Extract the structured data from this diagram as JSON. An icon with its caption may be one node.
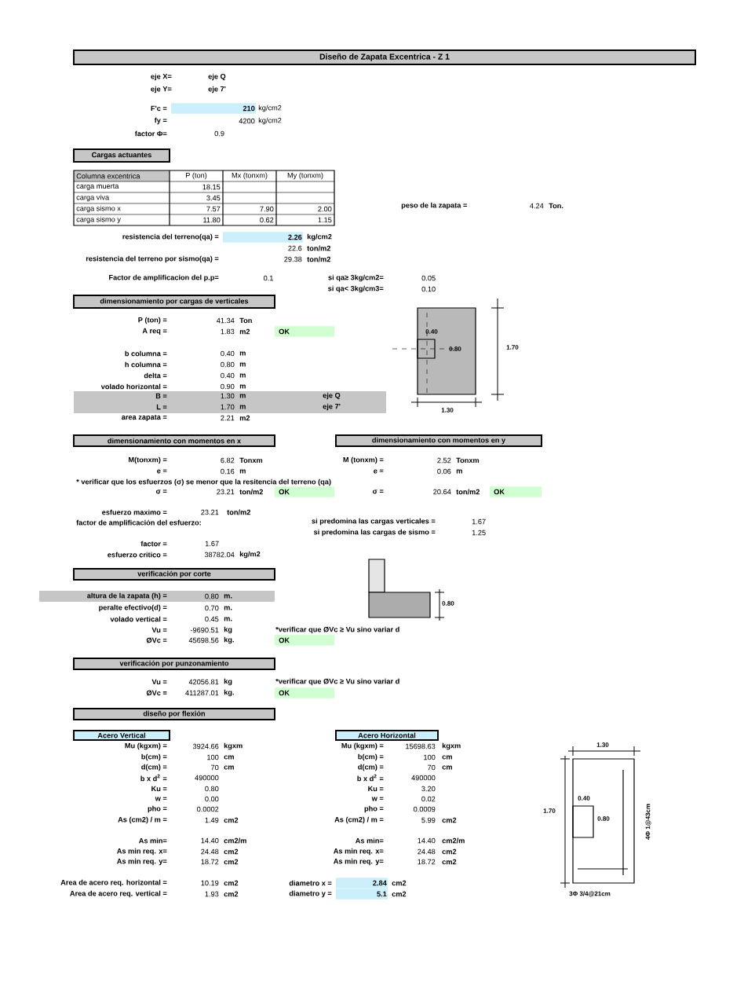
{
  "diagram": {
    "nodes": [
      {
        "text": [
          "Diseño de Zapata Excentrica - Z 1"
        ]
      },
      {
        "text": [
          "Cargas actuantes"
        ]
      },
      {
        "text": [
          "dimensionamiento por cargas de verticales"
        ]
      },
      {
        "text": [
          "dimensionamiento con momentos en x"
        ]
      },
      {
        "text": [
          "dimensionamiento con momentos en y"
        ]
      },
      {
        "text": [
          "verificación por corte"
        ]
      },
      {
        "text": [
          "verificación por punzonamiento"
        ]
      },
      {
        "text": [
          "diseño por flexión"
        ]
      },
      {
        "text": [
          "Acero Vertical"
        ]
      },
      {
        "text": [
          "Acero Horizontal"
        ]
      }
    ],
    "edges": [],
    "labels": [
      "eje X=",
      "eje Q",
      "eje Y=",
      "eje 7'",
      "F'c =",
      "210",
      "kg/cm2",
      "fy =",
      "4200",
      "kg/cm2",
      "factor Φ=",
      "0.9",
      "Columna excentrica",
      "P (ton)",
      "Mx (tonxm)",
      "My (tonxm)",
      "carga muerta",
      "18.15",
      "carga viva",
      "3.45",
      "carga sismo x",
      "7.57",
      "7.90",
      "2.00",
      "carga sismo y",
      "11.80",
      "0.62",
      "1.15",
      "peso de la zapata =",
      "4.24",
      "Ton.",
      "resistencia del terreno(qa) =",
      "2.26",
      "kg/cm2",
      "22.6",
      "ton/m2",
      "resistencia del terreno por sismo(qa) =",
      "29.38",
      "ton/m2",
      "Factor de amplificacion del p.p=",
      "0.1",
      "si qa≥ 3kg/cm2=",
      "0.05",
      "si qa< 3kg/cm3=",
      "0.10",
      "P (ton) =",
      "41.34",
      "Ton",
      "A req =",
      "1.83",
      "m2",
      "OK",
      "b columna =",
      "0.40",
      "m",
      "h columna =",
      "0.80",
      "m",
      "delta =",
      "0.40",
      "m",
      "volado horizontal =",
      "0.90",
      "m",
      "B =",
      "1.30",
      "m",
      "eje Q",
      "L =",
      "1.70",
      "m",
      "eje 7'",
      "area zapata =",
      "2.21",
      "m2",
      "0.40",
      "0.80",
      "1.70",
      "1.30",
      "M(tonxm) =",
      "6.82",
      "Tonxm",
      "M (tonxm) =",
      "2.52",
      "Tonxm",
      "e =",
      "0.16",
      "m",
      "e =",
      "0.06",
      "m",
      "* verificar que los esfuerzos (σ) se menor que la resitencia del terreno (qa)",
      "σ =",
      "23.21",
      "ton/m2",
      "OK",
      "σ =",
      "20.64",
      "ton/m2",
      "OK",
      "esfuerzo maximo =",
      "23.21",
      "ton/m2",
      "factor de amplificación del esfuerzo:",
      "si predomina las cargas verticales =",
      "1.67",
      "si predomina las cargas de sismo =",
      "1.25",
      "factor =",
      "1.67",
      "esfuerzo critico =",
      "38782.04",
      "kg/m2",
      "altura de la zapata (h) =",
      "0.80",
      "m.",
      "peralte efectivo(d) =",
      "0.70",
      "m.",
      "volado vertical =",
      "0.45",
      "m.",
      "Vu =",
      "-9690.51",
      "kg",
      "*verificar que ØVc ≥ Vu sino variar d",
      "ØVc =",
      "45698.56",
      "kg.",
      "OK",
      "0.80",
      "Vu =",
      "42056.81",
      "kg",
      "*verificar que ØVc ≥ Vu sino variar d",
      "ØVc =",
      "411287.01",
      "kg.",
      "OK",
      "Mu (kgxm) =",
      "3924.66",
      "kgxm",
      "Mu (kgxm) =",
      "15698.63",
      "kgxm",
      "b(cm) =",
      "100",
      "cm",
      "b(cm) =",
      "100",
      "cm",
      "d(cm) =",
      "70",
      "cm",
      "d(cm) =",
      "70",
      "cm",
      "b x d$^{2}$ =",
      "490000",
      "b x d$^{2}$ =",
      "490000",
      "Ku =",
      "0.80",
      "Ku =",
      "3.20",
      "w =",
      "0.00",
      "w =",
      "0.02",
      "pho =",
      "0.0002",
      "pho =",
      "0.0009",
      "As (cm2) / m =",
      "1.49",
      "cm2",
      "As (cm2) / m =",
      "5.99",
      "cm2",
      "As min=",
      "14.40",
      "cm2/m",
      "As min=",
      "14.40",
      "cm2/m",
      "As min req. x=",
      "24.48",
      "cm2",
      "As min req. x=",
      "24.48",
      "cm2",
      "As min req. y=",
      "18.72",
      "cm2",
      "As min req. y=",
      "18.72",
      "cm2",
      "Area de acero req. horizontal =",
      "10.19",
      "cm2",
      "diametro x =",
      "2.84",
      "cm2",
      "Area de acero req. vertical =",
      "1.93",
      "cm2",
      "diametro y =",
      "5.1",
      "cm2",
      "1.30",
      "1.70",
      "0.40",
      "0.80",
      "4Φ 1@43cm",
      "3Φ 3/4@21cm"
    ]
  }
}
